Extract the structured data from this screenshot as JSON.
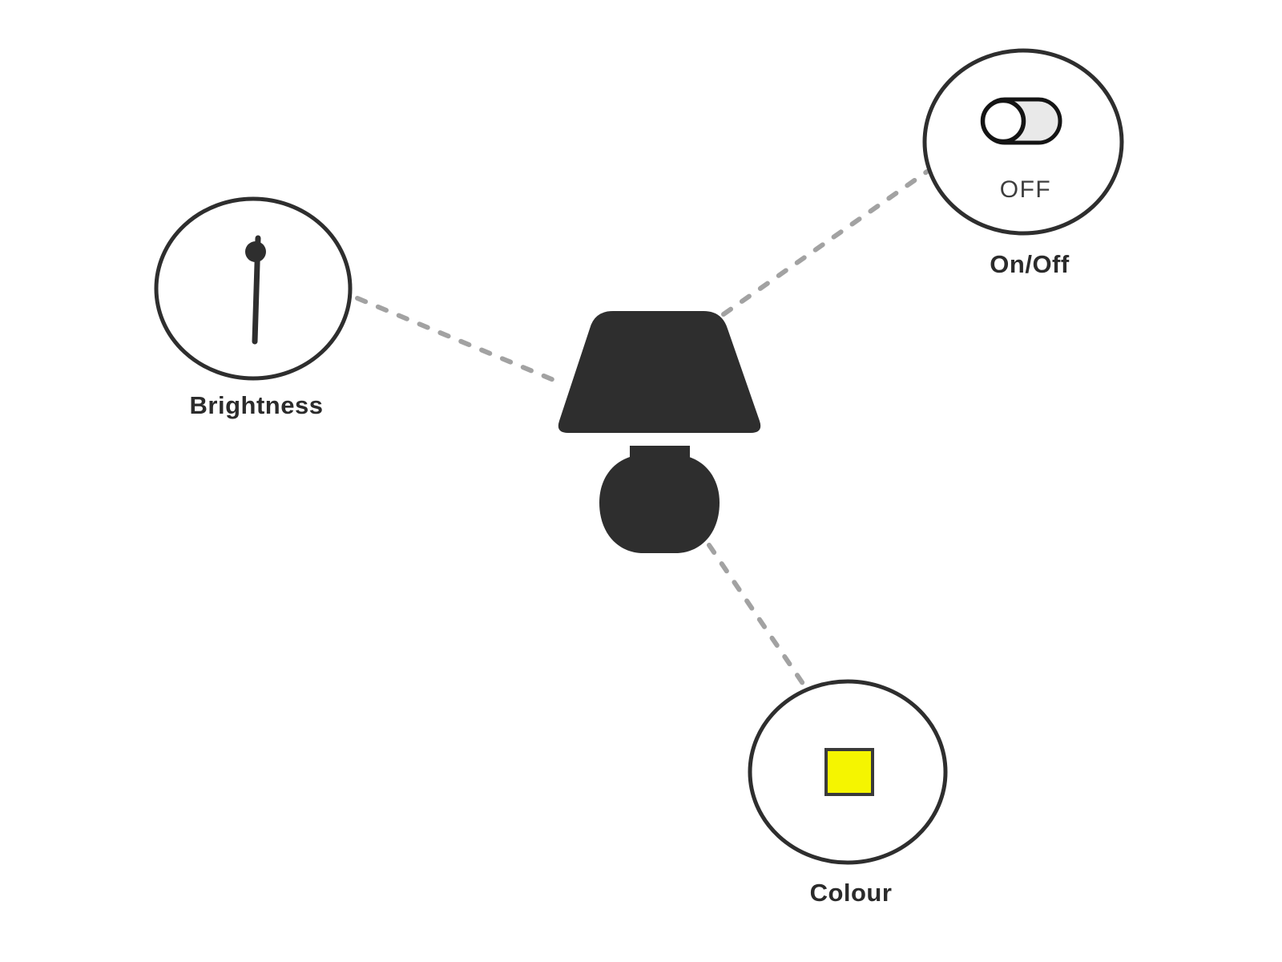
{
  "nodes": {
    "brightness": {
      "label": "Brightness"
    },
    "onoff": {
      "label": "On/Off",
      "state_text": "OFF"
    },
    "colour": {
      "label": "Colour",
      "swatch_color": "#f5f500"
    }
  },
  "colors": {
    "background": "#ffffff",
    "ink": "#2e2e2e",
    "node_fill": "#ffffff",
    "connector": "#a2a2a2",
    "toggle_track": "#e9e9e9",
    "toggle_knob": "#ffffff",
    "swatch_border": "#3a3a3a",
    "state_text_color": "#3d3d3d",
    "label_color": "#2b2b2b"
  }
}
